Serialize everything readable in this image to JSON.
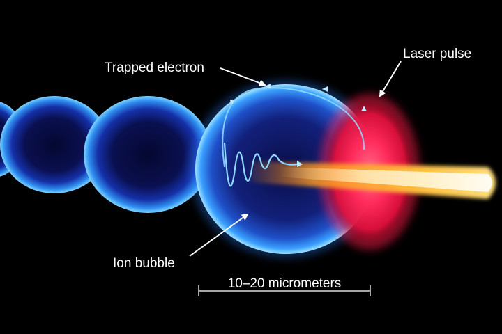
{
  "labels": {
    "trapped_electron": "Trapped electron",
    "laser_pulse": "Laser pulse",
    "ion_bubble": "Ion bubble",
    "scale": "10–20 micrometers"
  },
  "icons": {
    "bubble": "ion-bubble-icon",
    "laser": "laser-pulse-icon",
    "beam": "electron-beam-icon",
    "electron_path": "electron-trajectory-icon",
    "pointer": "pointer-arrow-icon",
    "scale": "scale-bar-icon"
  },
  "colors": {
    "background": "#000000",
    "bubble_rim": "#38b8ff",
    "bubble_core": "#06093a",
    "laser_pulse": "#ff1a4a",
    "electron_beam": "#ffb020",
    "beam_core": "#fff4c8",
    "trajectory": "#8fd8ff",
    "label_text": "#ffffff",
    "scale_bar": "#dddddd"
  }
}
